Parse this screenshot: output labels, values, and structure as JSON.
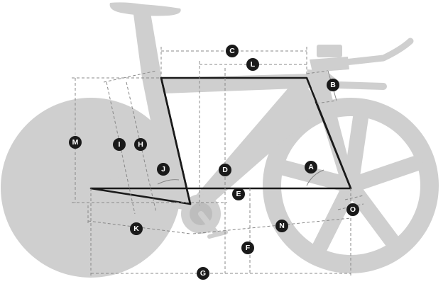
{
  "markers": {
    "A": "A",
    "B": "B",
    "C": "C",
    "D": "D",
    "E": "E",
    "F": "F",
    "G": "G",
    "H": "H",
    "I": "I",
    "J": "J",
    "K": "K",
    "L": "L",
    "M": "M",
    "N": "N",
    "O": "O"
  },
  "colors": {
    "frame": "#1a1a1a",
    "silhouette": "#cfcfcf",
    "dimension_line": "#888888",
    "marker_fill": "#1a1a1a",
    "marker_text": "#ffffff"
  }
}
